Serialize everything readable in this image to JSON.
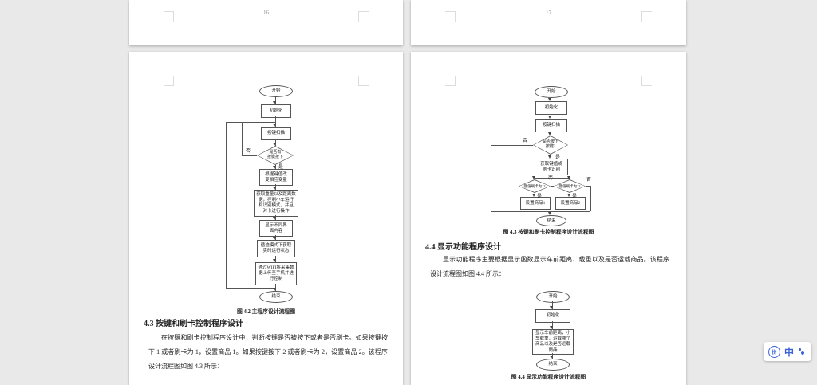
{
  "footer_pages": {
    "left_number": "16",
    "right_number": "17"
  },
  "left_page": {
    "flowchart": {
      "start": "开始",
      "init": "初始化",
      "scan": "按键扫描",
      "decision": "是否有\n按键按下",
      "no": "否",
      "yes": "是",
      "step_keyvar": "根据键值改\n变相应变量",
      "step_big": "获取重量以及距离数\n据，控制小车运行\n和识别模式，并且\n对卡进行操作",
      "step_display": "显示不同界\n面内容",
      "step_track": "循迹模式下获取\n实时运行状态",
      "step_wifi": "通过WIFI将采集数\n据上传至手机并进\n行控制",
      "end": "结束",
      "caption": "图 4.2  主程序设计流程图"
    },
    "section": {
      "heading": "4.3  按键和刷卡控制程序设计",
      "body": "在按键和刷卡控制程序设计中，判断按键是否被按下或者是否刷卡。如果按键按下 1 或者刷卡为 1，设置商品 1。如果按键按下 2 或者刷卡为 2，设置商品 2。该程序设计流程图如图 4.3 所示："
    }
  },
  "right_page": {
    "flowchart_top": {
      "start": "开始",
      "init": "初始化",
      "scan": "按键扫描",
      "decision": "是否按下\n按键?",
      "no": "否",
      "yes": "是",
      "get": "获取键值或\n刷卡识别",
      "d1": "键值刷卡为1?",
      "d2": "键值刷卡为2?",
      "set1": "设置商品1",
      "set2": "设置商品2",
      "end": "结束",
      "caption": "图 4.3  按键和刷卡控制程序设计流程图"
    },
    "section": {
      "heading": "4.4  显示功能程序设计",
      "body": "显示功能程序主要根据显示函数显示车前距离、载重以及是否运载商品。该程序设计流程图如图 4.4 所示："
    },
    "flowchart_bottom": {
      "start": "开始",
      "init": "初始化",
      "display": "显示车前距离，小\n车载重，运载哪个\n商品以及是否运载\n商品",
      "end": "结束",
      "caption": "图 4.4  显示功能程序设计流程图"
    }
  },
  "ime": {
    "badge": "拼",
    "mode": "中"
  },
  "colors": {
    "accent_blue": "#3b62d9",
    "canvas": "#e9e9e9"
  }
}
